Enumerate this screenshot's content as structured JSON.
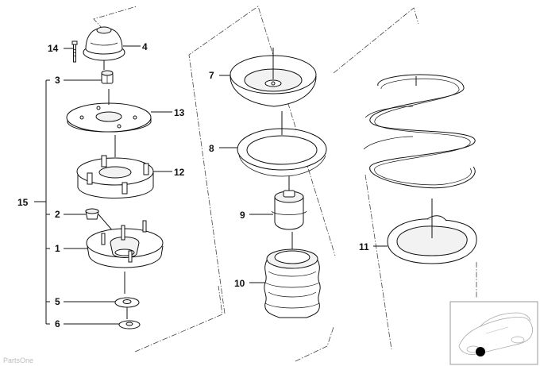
{
  "callouts": {
    "c1": "1",
    "c2": "2",
    "c3": "3",
    "c4": "4",
    "c5": "5",
    "c6": "6",
    "c7": "7",
    "c8": "8",
    "c9": "9",
    "c10": "10",
    "c11": "11",
    "c12": "12",
    "c13": "13",
    "c14": "14",
    "c15": "15"
  },
  "watermark": "PartsOne",
  "thumbnail_icon": "car-location-thumbnail",
  "colors": {
    "line": "#111111",
    "background": "#ffffff",
    "marker": "#000000"
  }
}
